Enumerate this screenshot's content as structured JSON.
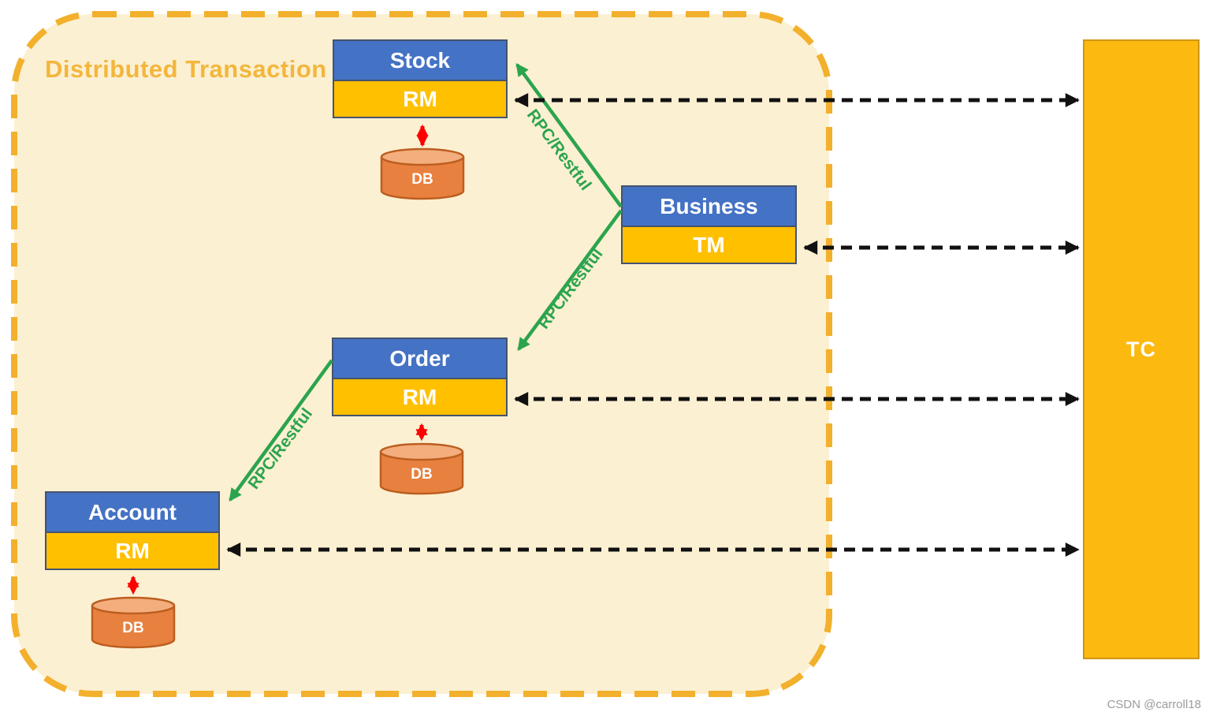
{
  "diagram": {
    "title": "Distributed Transaction",
    "rpc_label": "RPC/Restful",
    "coordinator": {
      "name": "TC"
    },
    "services": [
      {
        "name": "Stock",
        "role": "RM",
        "db": "DB"
      },
      {
        "name": "Business",
        "role": "TM"
      },
      {
        "name": "Order",
        "role": "RM",
        "db": "DB"
      },
      {
        "name": "Account",
        "role": "RM",
        "db": "DB"
      }
    ],
    "colors": {
      "header_blue": "#4472C4",
      "role_yellow": "#FFC000",
      "coordinator_gold": "#FCB90F",
      "container_fill": "#FCF0D2",
      "container_border": "#F2B02C",
      "rpc_green": "#2CA44E",
      "db_body_orange": "#E8813F",
      "db_top_orange": "#F4AE7D",
      "arrow_red": "#FF0000",
      "arrow_black": "#111111"
    }
  },
  "page": {
    "watermark": "CSDN @carroll18"
  }
}
